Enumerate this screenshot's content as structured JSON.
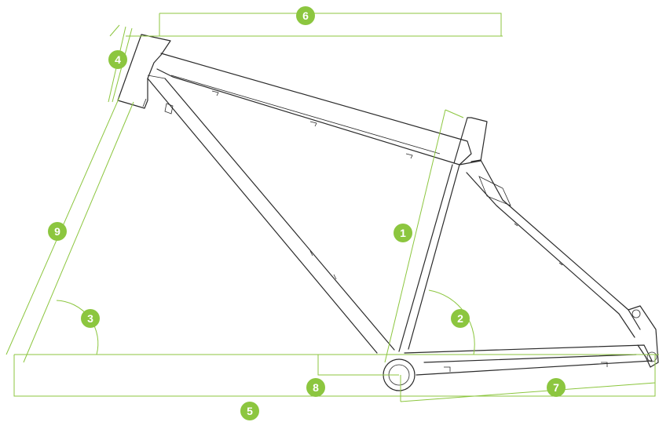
{
  "accent_color": "#8cc63f",
  "line_color": "#2b2b2b",
  "markers": [
    {
      "id": "seat-tube-length",
      "label": "1"
    },
    {
      "id": "seat-tube-angle",
      "label": "2"
    },
    {
      "id": "head-tube-angle",
      "label": "3"
    },
    {
      "id": "head-tube-length",
      "label": "4"
    },
    {
      "id": "wheelbase",
      "label": "5"
    },
    {
      "id": "top-tube-length",
      "label": "6"
    },
    {
      "id": "chainstay-length",
      "label": "7"
    },
    {
      "id": "bb-drop",
      "label": "8"
    },
    {
      "id": "stack-length",
      "label": "9"
    }
  ]
}
